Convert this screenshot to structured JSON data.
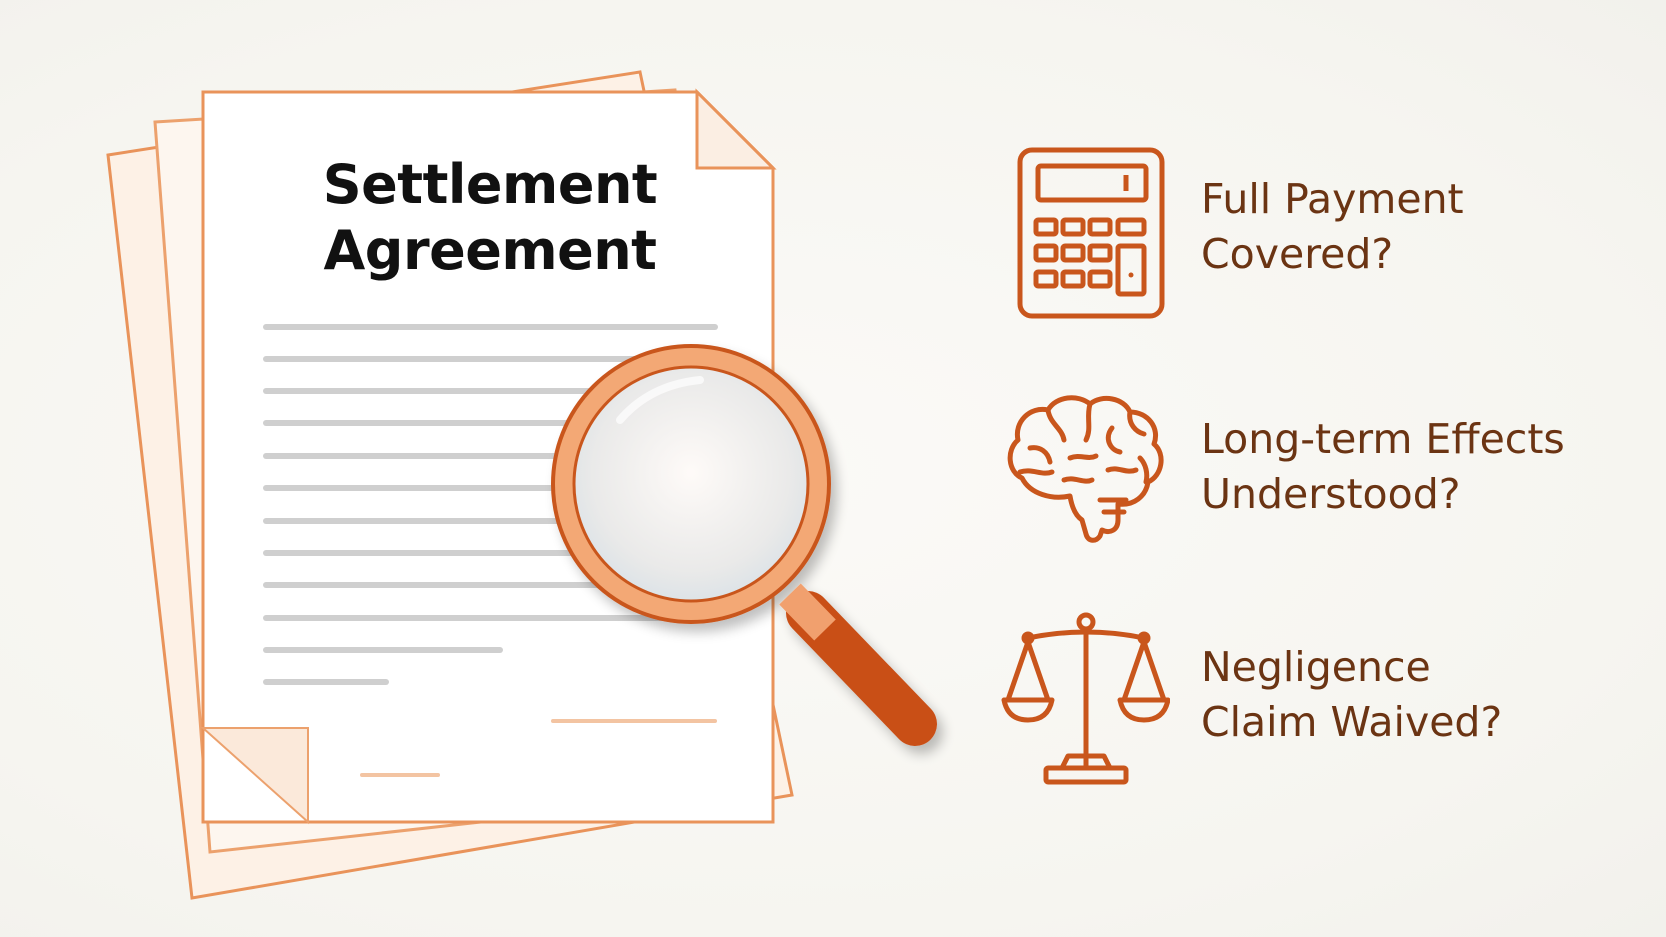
{
  "document": {
    "title_line1": "Settlement",
    "title_line2": "Agreement"
  },
  "checklist": {
    "items": [
      {
        "icon": "calculator-icon",
        "line1": "Full Payment",
        "line2": "Covered?"
      },
      {
        "icon": "brain-icon",
        "line1": "Long-term Effects",
        "line2": "Understood?"
      },
      {
        "icon": "scales-of-justice-icon",
        "line1": "Negligence",
        "line2": "Claim Waived?"
      }
    ]
  },
  "colors": {
    "accent": "#d9581c",
    "accent_light": "#f0a876",
    "text_dark": "#111111",
    "text_brown": "#6b3413",
    "paper": "#ffffff",
    "background": "#f7f6f2"
  }
}
